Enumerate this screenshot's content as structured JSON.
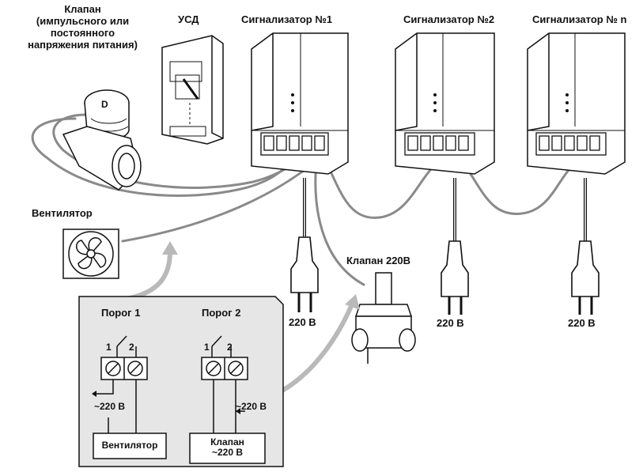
{
  "labels": {
    "valve_title": [
      "Клапан",
      "(импульсного или",
      "постоянного",
      "напряжения питания)"
    ],
    "usd": "УСД",
    "sig1": "Сигнализатор №1",
    "sig2": "Сигнализатор №2",
    "sign": "Сигнализатор № n",
    "fan": "Вентилятор",
    "valve220": "Клапан 220В",
    "v220_1": "220 В",
    "v220_2": "220 В",
    "v220_3": "220 В"
  },
  "inset": {
    "porog1": "Порог 1",
    "porog2": "Порог 2",
    "contact1_a": "1",
    "contact1_b": "2",
    "contact2_a": "1",
    "contact2_b": "2",
    "v_left": "~220 В",
    "v_right": "~220 В",
    "box_fan": "Вентилятор",
    "box_valve": [
      "Клапан",
      "~220 В"
    ]
  },
  "colors": {
    "line": "#111111",
    "cable": "#8a8a8a",
    "arrow": "#b9b9b9",
    "inset_bg": "#e6e6e6",
    "device_fill": "#ffffff"
  }
}
